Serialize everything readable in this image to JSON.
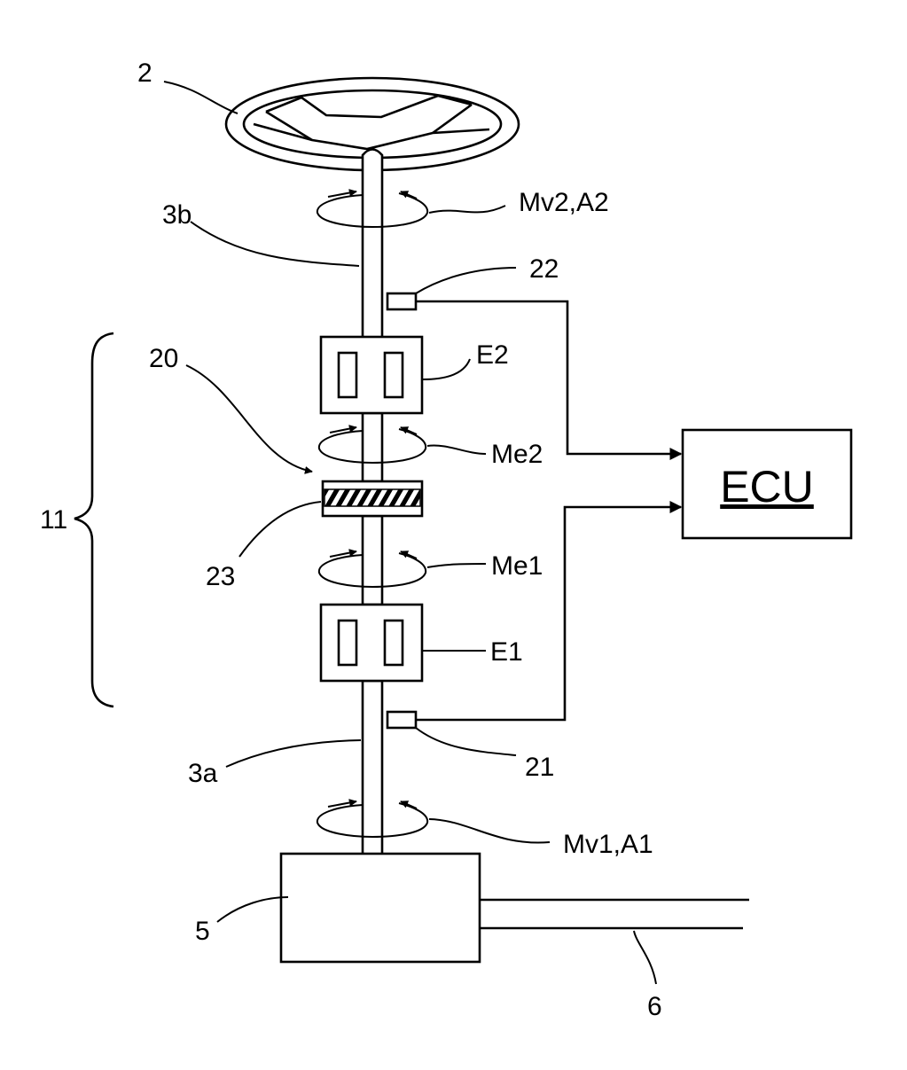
{
  "labels": {
    "steering_wheel": "2",
    "upper_shaft": "3b",
    "lower_shaft": "3a",
    "torque_upper": "Mv2,A2",
    "torque_lower": "Mv1,A1",
    "sensor_upper": "22",
    "sensor_lower": "21",
    "motor_upper": "E2",
    "motor_lower": "E1",
    "assembly": "20",
    "module": "11",
    "coupling": "23",
    "torque_e2": "Me2",
    "torque_e1": "Me1",
    "ecu": "ECU",
    "gearbox": "5",
    "rack": "6"
  }
}
